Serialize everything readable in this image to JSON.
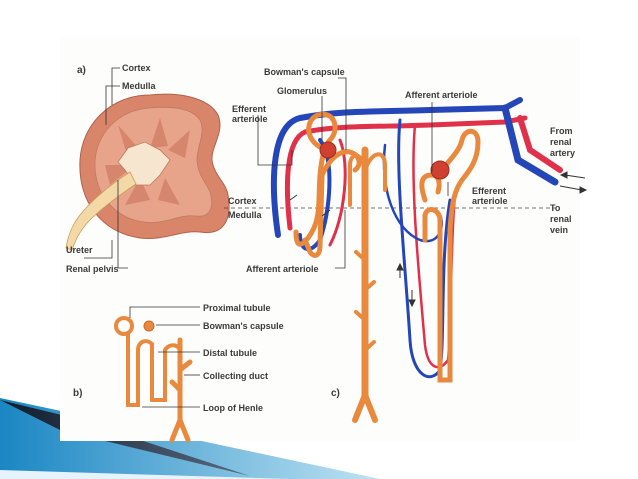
{
  "panels": {
    "a": "a)",
    "b": "b)",
    "c": "c)"
  },
  "labels_a": {
    "cortex": "Cortex",
    "medulla": "Medulla",
    "ureter": "Ureter",
    "renal_pelvis": "Renal pelvis"
  },
  "labels_b": {
    "proximal_tubule": "Proximal tubule",
    "bowmans_capsule": "Bowman's capsule",
    "distal_tubule": "Distal tubule",
    "collecting_duct": "Collecting duct",
    "loop_of_henle": "Loop of Henle"
  },
  "labels_c": {
    "bowmans_capsule": "Bowman's capsule",
    "glomerulus": "Glomerulus",
    "efferent_arteriole_1": "Efferent",
    "efferent_arteriole_2": "arteriole",
    "afferent_arteriole_top": "Afferent arteriole",
    "from_renal_artery_1": "From",
    "from_renal_artery_2": "renal",
    "from_renal_artery_3": "artery",
    "cortex": "Cortex",
    "medulla": "Medulla",
    "efferent_arteriole_r1": "Efferent",
    "efferent_arteriole_r2": "arteriole",
    "to_renal_vein_1": "To",
    "to_renal_vein_2": "renal",
    "to_renal_vein_3": "vein",
    "afferent_arteriole_bottom": "Afferent arteriole"
  },
  "colors": {
    "tubule": "#e8893e",
    "artery": "#e0304a",
    "vein": "#2446b8",
    "kidney": "#d9856a",
    "slide_blue": "#1f8ec9",
    "slide_dark": "#16253a"
  }
}
